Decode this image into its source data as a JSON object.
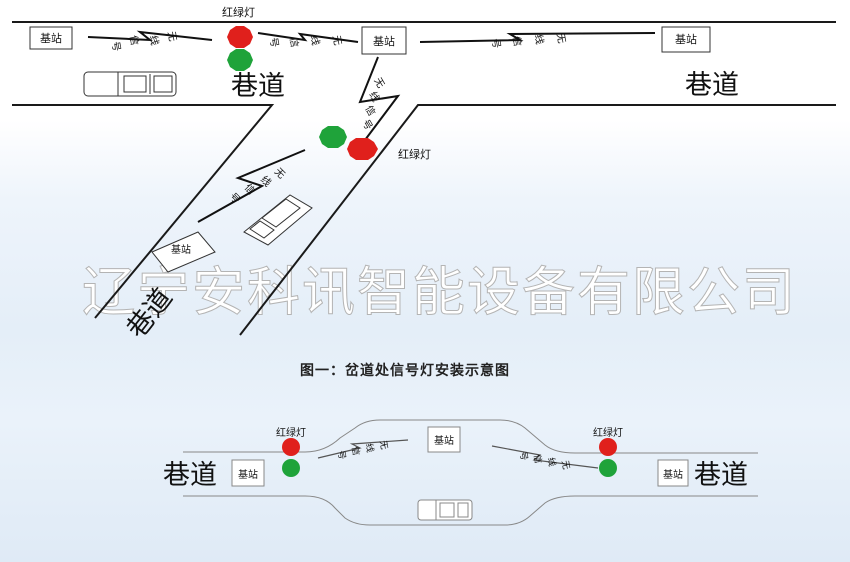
{
  "labels": {
    "base_station": "基站",
    "alley": "巷道",
    "traffic_light": "红绿灯",
    "wireless_signal_chars": [
      "无",
      "线",
      "信",
      "号"
    ]
  },
  "watermark": "辽宁安科讯智能设备有限公司",
  "caption": "图一：岔道处信号灯安装示意图",
  "colors": {
    "red_light": "#e0201c",
    "green_light": "#1fa33a",
    "line": "#1a1a1a",
    "background_bottom": "#dfeaf6"
  }
}
